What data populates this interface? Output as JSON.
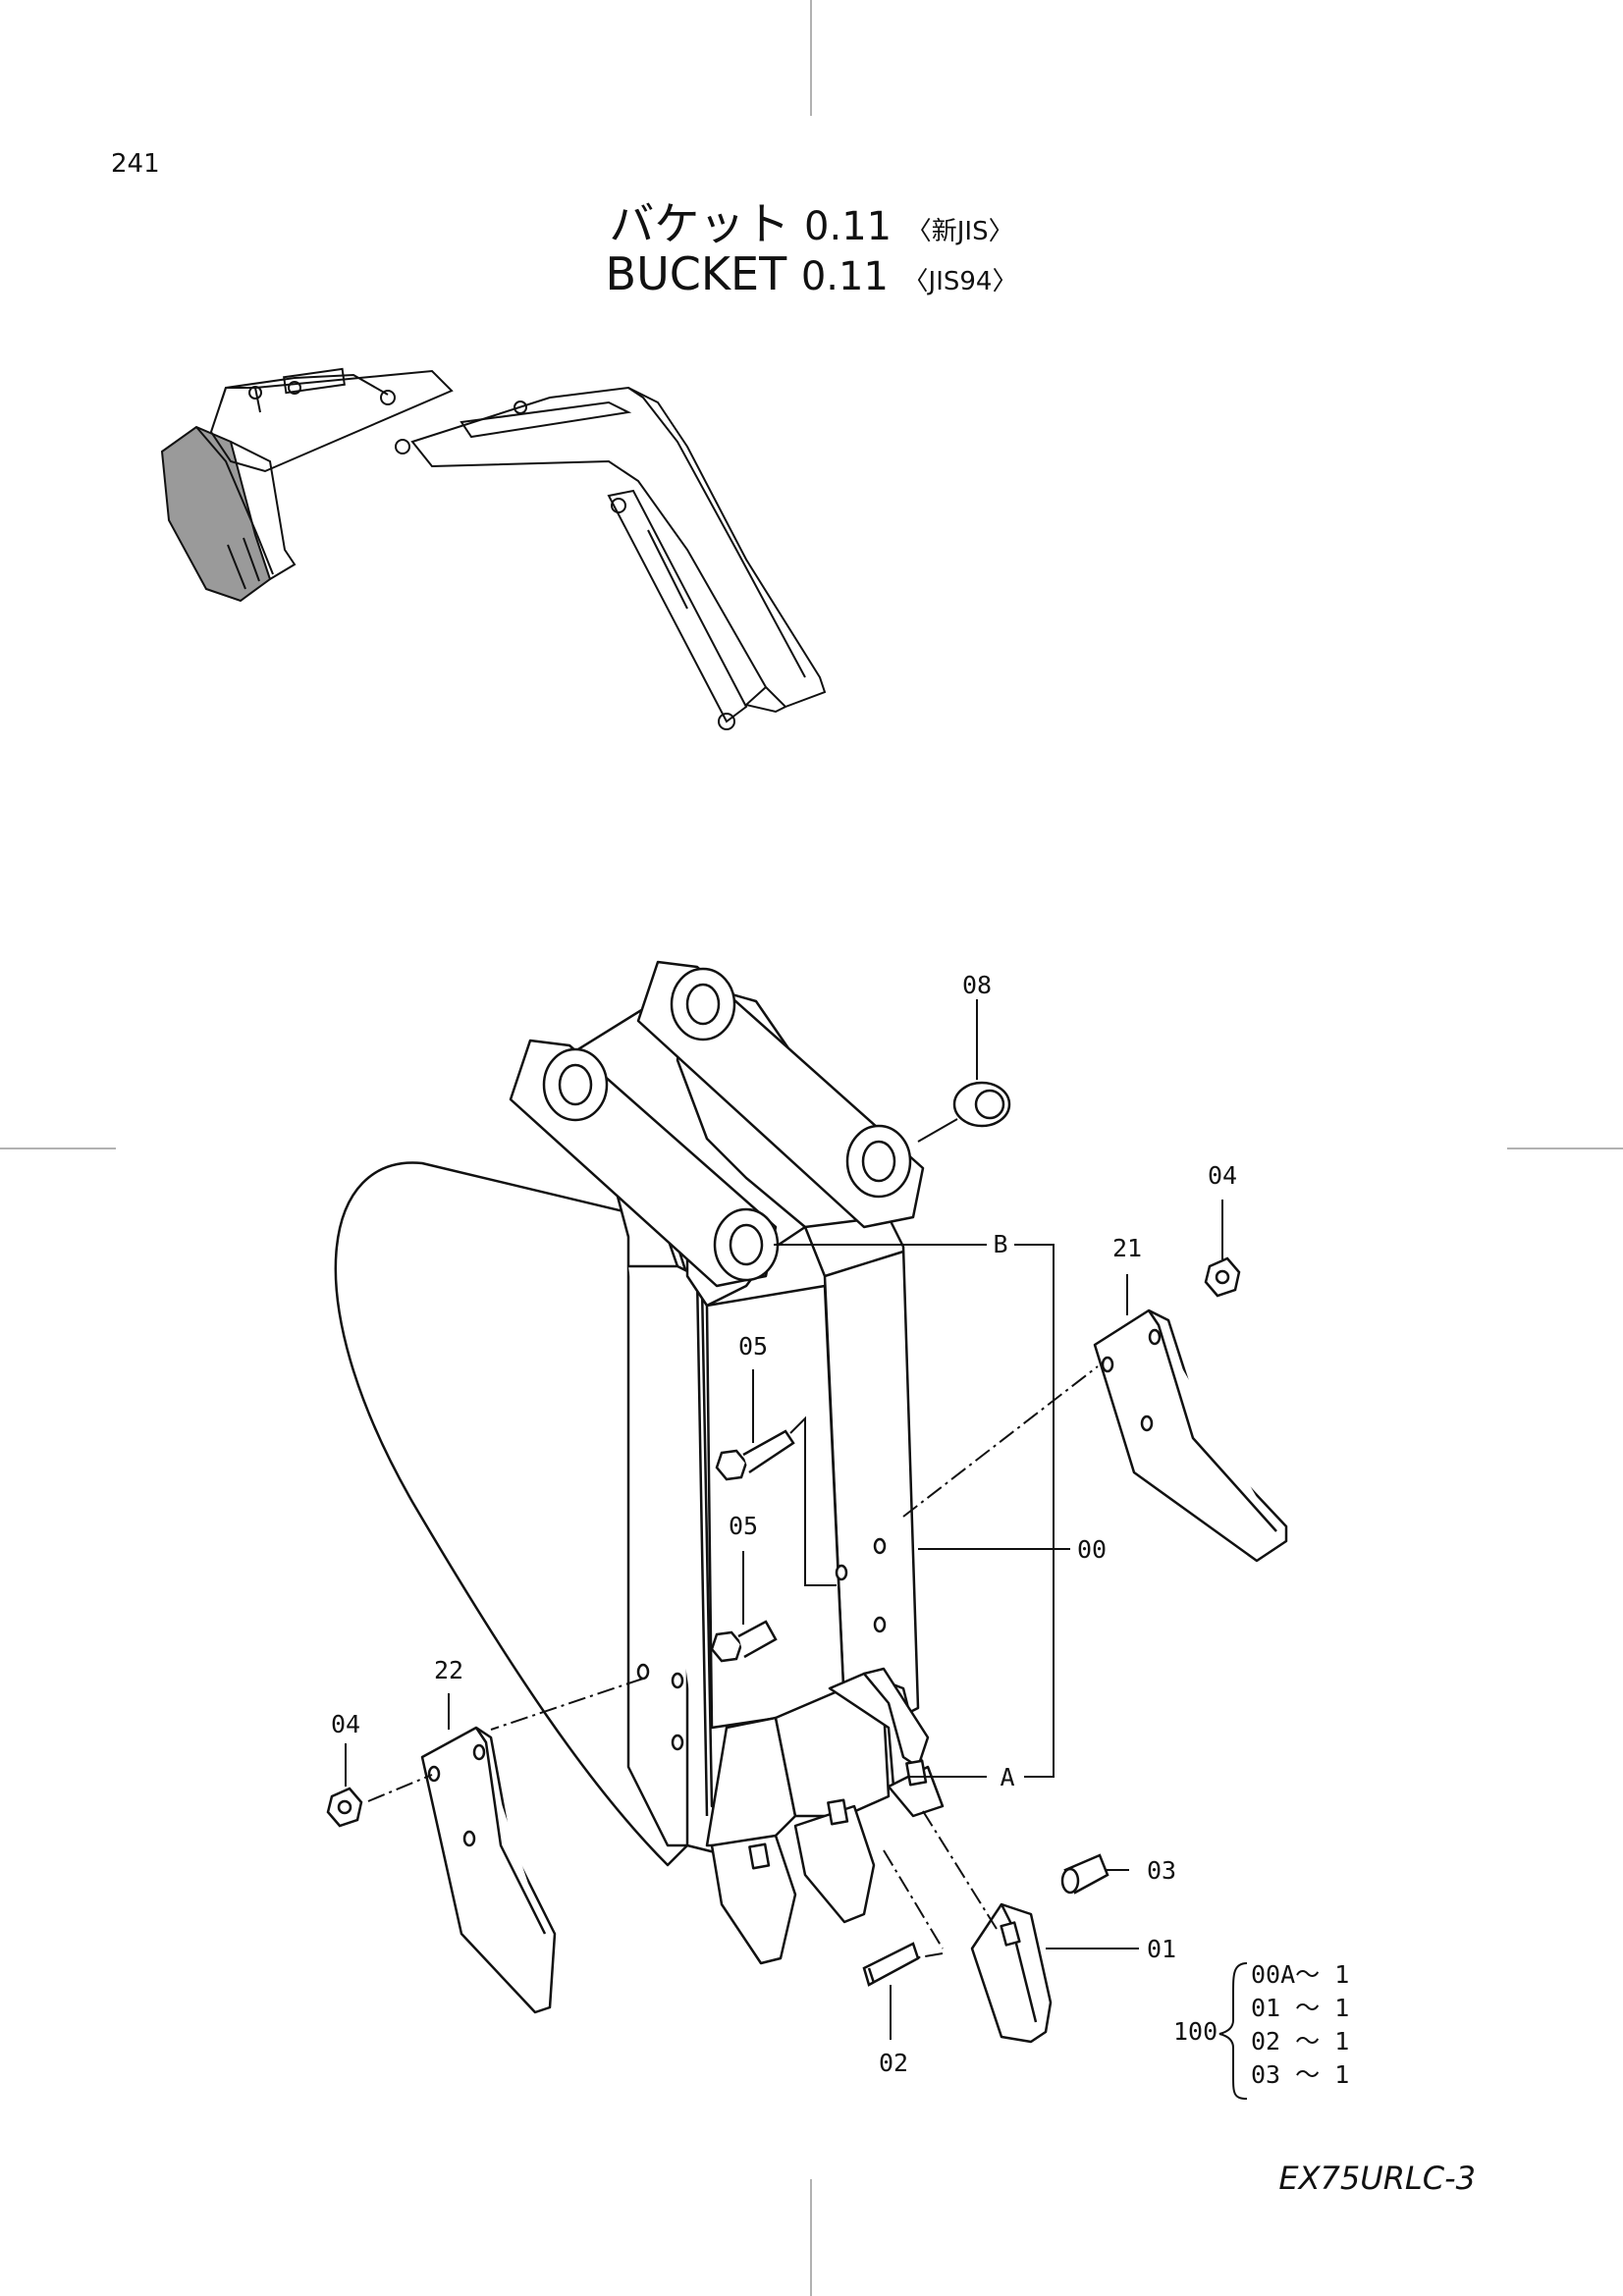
{
  "page_number": "241",
  "title": {
    "jp_name": "バケット",
    "en_name": "BUCKET",
    "capacity": "0.11",
    "jp_standard": "〈新JIS〉",
    "en_standard": "〈JIS94〉"
  },
  "callouts": {
    "c08": "08",
    "c04_right": "04",
    "c21": "21",
    "cB": "B",
    "c05_upper": "05",
    "c05_lower": "05",
    "c00": "00",
    "c22": "22",
    "c04_left": "04",
    "cA": "A",
    "c03": "03",
    "c01": "01",
    "c02": "02"
  },
  "kit": {
    "number": "100",
    "items": [
      "00A～ 1",
      "01  ～ 1",
      "02  ～ 1",
      "03  ～ 1"
    ]
  },
  "model": "EX75URLC-3"
}
